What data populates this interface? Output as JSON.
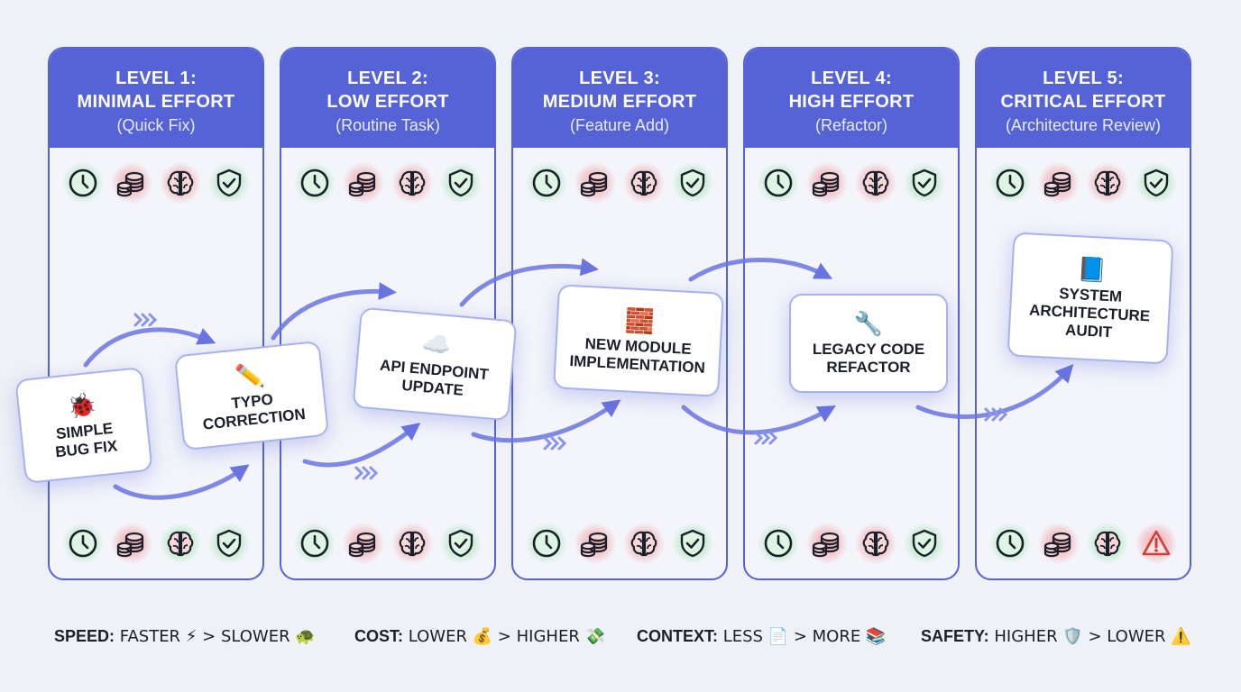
{
  "levels": [
    {
      "title": "LEVEL 1:",
      "name": "MINIMAL EFFORT",
      "subtitle": "(Quick Fix)",
      "top_icons": [
        "good",
        "bad",
        "bad",
        "good"
      ],
      "bottom_icons": [
        "good",
        "bad",
        "good",
        "good"
      ],
      "bottom_last_icon": "shield-check-icon"
    },
    {
      "title": "LEVEL 2:",
      "name": "LOW EFFORT",
      "subtitle": "(Routine Task)",
      "top_icons": [
        "good",
        "bad",
        "bad",
        "good"
      ],
      "bottom_icons": [
        "good",
        "bad",
        "bad",
        "good"
      ],
      "bottom_last_icon": "shield-check-icon"
    },
    {
      "title": "LEVEL 3:",
      "name": "MEDIUM EFFORT",
      "subtitle": "(Feature Add)",
      "top_icons": [
        "good",
        "bad",
        "bad",
        "good"
      ],
      "bottom_icons": [
        "good",
        "bad",
        "bad",
        "good"
      ],
      "bottom_last_icon": "shield-check-icon"
    },
    {
      "title": "LEVEL 4:",
      "name": "HIGH EFFORT",
      "subtitle": "(Refactor)",
      "top_icons": [
        "good",
        "bad",
        "bad",
        "good"
      ],
      "bottom_icons": [
        "good",
        "bad",
        "bad",
        "good"
      ],
      "bottom_last_icon": "shield-check-icon"
    },
    {
      "title": "LEVEL 5:",
      "name": "CRITICAL EFFORT",
      "subtitle": "(Architecture Review)",
      "top_icons": [
        "good",
        "bad",
        "bad",
        "good"
      ],
      "bottom_icons": [
        "good",
        "bad",
        "good",
        "bad"
      ],
      "bottom_last_icon": "warning-icon"
    }
  ],
  "icon_names": [
    "clock-icon",
    "coins-icon",
    "brain-icon",
    "shield-check-icon"
  ],
  "tasks": [
    {
      "emoji": "🐞",
      "label": "SIMPLE\nBUG FIX",
      "icon": "bug-icon"
    },
    {
      "emoji": "✏️",
      "label": "TYPO\nCORRECTION",
      "icon": "pencil-icon"
    },
    {
      "emoji": "☁️",
      "label": "API ENDPOINT\nUPDATE",
      "icon": "cloud-icon"
    },
    {
      "emoji": "🧱",
      "label": "NEW MODULE\nIMPLEMENTATION",
      "icon": "blocks-icon"
    },
    {
      "emoji": "🔧",
      "label": "LEGACY CODE\nREFACTOR",
      "icon": "wrench-icon"
    },
    {
      "emoji": "📘",
      "label": "SYSTEM\nARCHITECTURE\nAUDIT",
      "icon": "blueprint-icon"
    }
  ],
  "legend": [
    {
      "key": "SPEED:",
      "text": " FASTER ⚡ > SLOWER 🐢"
    },
    {
      "key": "COST:",
      "text": " LOWER 💰 > HIGHER 💸"
    },
    {
      "key": "CONTEXT:",
      "text": " LESS 📄 > MORE 📚"
    },
    {
      "key": "SAFETY:",
      "text": " HIGHER 🛡️ > LOWER ⚠️"
    }
  ],
  "colors": {
    "accent": "#5563d6",
    "arrow": "#6a74e0",
    "good_glow": "#66d678",
    "bad_glow": "#f06262"
  }
}
